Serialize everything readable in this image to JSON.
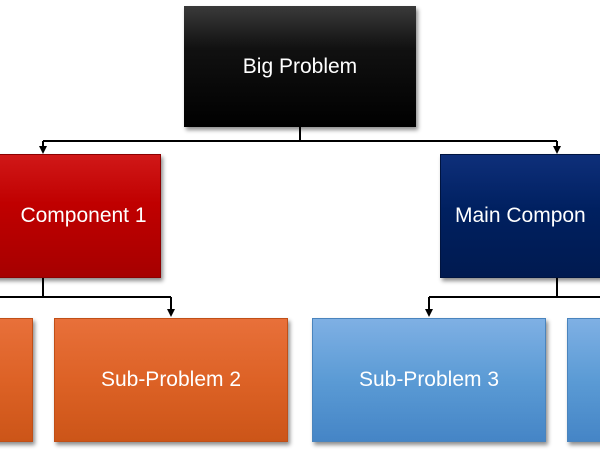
{
  "diagram": {
    "root": {
      "label": "Big Problem",
      "color": "#000000"
    },
    "components": [
      {
        "label": "Component 1",
        "color": "#C00000"
      },
      {
        "label": "Main Compon",
        "color": "#002060"
      }
    ],
    "sub_problems": [
      {
        "label": "",
        "color": "#DD6226"
      },
      {
        "label": "Sub-Problem 2",
        "color": "#DD6226"
      },
      {
        "label": "Sub-Problem 3",
        "color": "#5B9BD5"
      },
      {
        "label": "",
        "color": "#5B9BD5"
      }
    ],
    "connector_color": "#000000"
  }
}
